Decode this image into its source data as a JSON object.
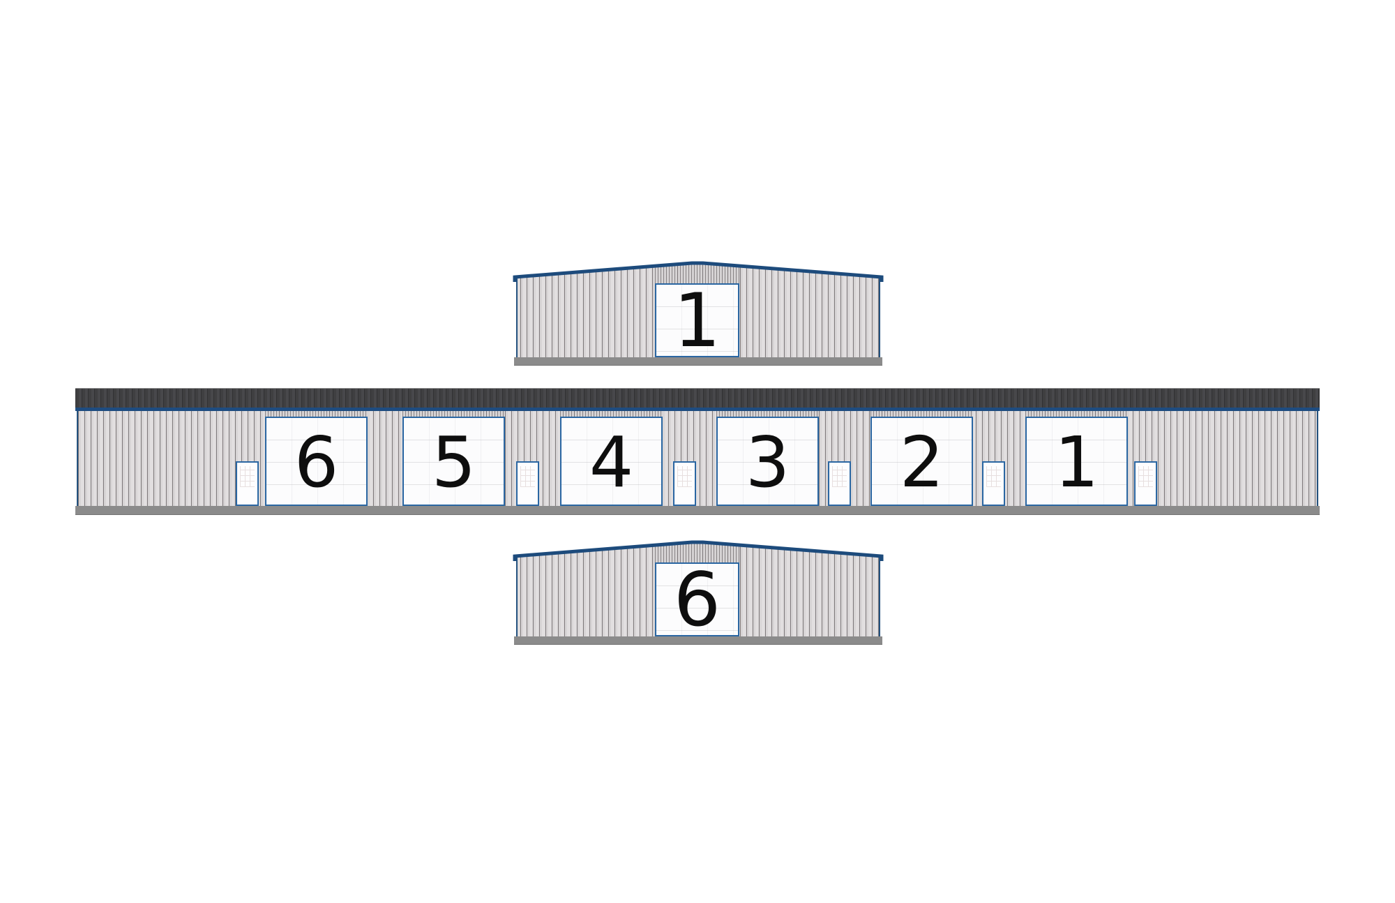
{
  "drawing": {
    "description": "Metal storage building elevation drawings",
    "front_gable": {
      "door_label": "1"
    },
    "side_elevation": {
      "garage_doors": [
        {
          "label": "6"
        },
        {
          "label": "5"
        },
        {
          "label": "4"
        },
        {
          "label": "3"
        },
        {
          "label": "2"
        },
        {
          "label": "1"
        }
      ],
      "man_doors": 6
    },
    "rear_gable": {
      "door_label": "6"
    },
    "colors": {
      "background": "#ffffff",
      "trim_blue": "#1d4b7c",
      "door_border_blue": "#2a66a2",
      "roof_band_gray": "#3f3f41",
      "wall_gray": "#d8d5d6",
      "wall_rib_gray": "#787375",
      "foundation_gray": "#8b8b8b",
      "door_white": "#fcfcfd",
      "number_black": "#0e0e0e"
    }
  }
}
